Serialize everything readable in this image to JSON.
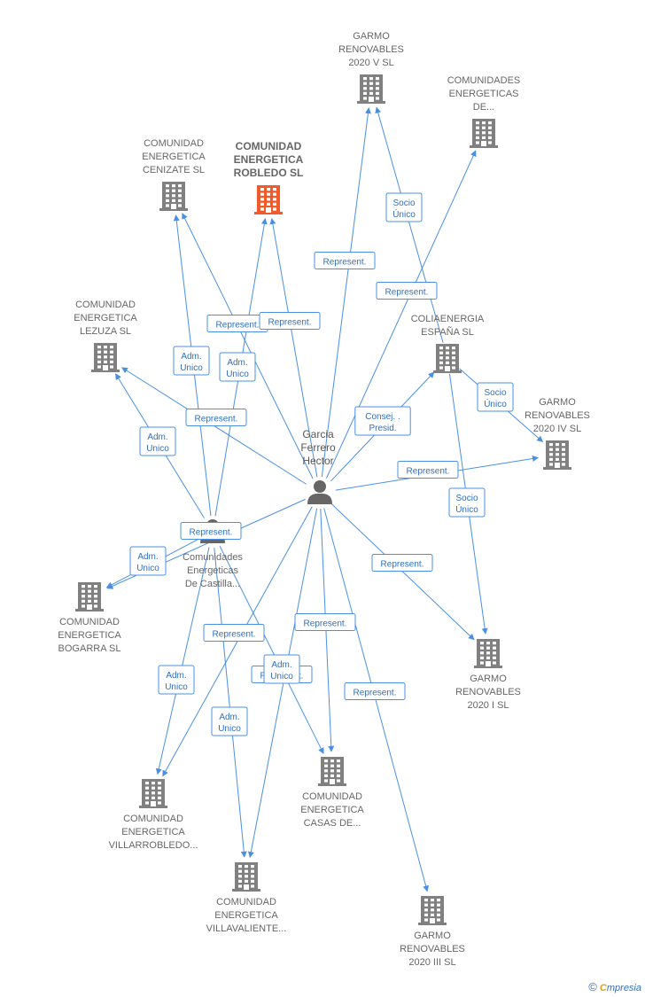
{
  "colors": {
    "edge": "#4a90e2",
    "building": "#808080",
    "building_main": "#f25a2a",
    "person": "#666666",
    "label": "#666666"
  },
  "person": {
    "id": "garcia",
    "name": [
      "Garcia",
      "Ferrero",
      "Hector"
    ],
    "icon": "person-icon"
  },
  "nodes": [
    {
      "id": "garmo5",
      "label": [
        "GARMO",
        "RENOVABLES",
        "2020 V  SL"
      ],
      "icon": "building-icon"
    },
    {
      "id": "comdem",
      "label": [
        "COMUNIDADES",
        "ENERGETICAS",
        "DE..."
      ],
      "icon": "building-icon"
    },
    {
      "id": "cenizate",
      "label": [
        "COMUNIDAD",
        "ENERGETICA",
        "CENIZATE  SL"
      ],
      "icon": "building-icon"
    },
    {
      "id": "robledo",
      "label": [
        "COMUNIDAD",
        "ENERGETICA",
        "ROBLEDO  SL"
      ],
      "icon": "building-icon",
      "main": true
    },
    {
      "id": "lezuza",
      "label": [
        "COMUNIDAD",
        "ENERGETICA",
        "LEZUZA  SL"
      ],
      "icon": "building-icon"
    },
    {
      "id": "coliaenergia",
      "label": [
        "COLIAENERGIA",
        "ESPAÑA  SL"
      ],
      "icon": "building-icon"
    },
    {
      "id": "garmo4",
      "label": [
        "GARMO",
        "RENOVABLES",
        "2020 IV  SL"
      ],
      "icon": "building-icon"
    },
    {
      "id": "castilla",
      "label": [
        "Comunidades",
        "Energeticas",
        "De Castilla..."
      ],
      "icon": "person-icon"
    },
    {
      "id": "bogarra",
      "label": [
        "COMUNIDAD",
        "ENERGETICA",
        "BOGARRA  SL"
      ],
      "icon": "building-icon"
    },
    {
      "id": "garmo1",
      "label": [
        "GARMO",
        "RENOVABLES",
        "2020 I  SL"
      ],
      "icon": "building-icon"
    },
    {
      "id": "villarrobledo",
      "label": [
        "COMUNIDAD",
        "ENERGETICA",
        "VILLARROBLEDO..."
      ],
      "icon": "building-icon"
    },
    {
      "id": "casas",
      "label": [
        "COMUNIDAD",
        "ENERGETICA",
        "CASAS DE..."
      ],
      "icon": "building-icon"
    },
    {
      "id": "villavaliente",
      "label": [
        "COMUNIDAD",
        "ENERGETICA",
        "VILLAVALIENTE..."
      ],
      "icon": "building-icon"
    },
    {
      "id": "garmo3",
      "label": [
        "GARMO",
        "RENOVABLES",
        "2020 III  SL"
      ],
      "icon": "building-icon"
    }
  ],
  "edges": [
    {
      "from": "garcia",
      "to": "garmo5",
      "label": [
        "Represent."
      ]
    },
    {
      "from": "garcia",
      "to": "comdem",
      "label": [
        "Represent."
      ]
    },
    {
      "from": "garcia",
      "to": "cenizate",
      "label": [
        "Represent."
      ]
    },
    {
      "from": "garcia",
      "to": "robledo",
      "label": [
        "Represent."
      ]
    },
    {
      "from": "garcia",
      "to": "lezuza",
      "label": [
        "Represent."
      ]
    },
    {
      "from": "garcia",
      "to": "coliaenergia",
      "label": [
        "Consej. .",
        "Presid."
      ]
    },
    {
      "from": "garcia",
      "to": "garmo4",
      "label": [
        "Represent."
      ]
    },
    {
      "from": "garcia",
      "to": "garmo1",
      "label": [
        "Represent."
      ]
    },
    {
      "from": "garcia",
      "to": "bogarra",
      "label": [
        "Represent."
      ]
    },
    {
      "from": "garcia",
      "to": "villarrobledo",
      "label": [
        "Represent."
      ]
    },
    {
      "from": "garcia",
      "to": "casas",
      "label": [
        "Represent."
      ]
    },
    {
      "from": "garcia",
      "to": "villavaliente",
      "label": [
        "Represent."
      ]
    },
    {
      "from": "garcia",
      "to": "garmo3",
      "label": [
        "Represent."
      ]
    },
    {
      "from": "coliaenergia",
      "to": "garmo5",
      "label": [
        "Socio",
        "Único"
      ]
    },
    {
      "from": "coliaenergia",
      "to": "garmo4",
      "label": [
        "Socio",
        "Único"
      ]
    },
    {
      "from": "coliaenergia",
      "to": "garmo1",
      "label": [
        "Socio",
        "Único"
      ]
    },
    {
      "from": "castilla",
      "to": "cenizate",
      "label": [
        "Adm.",
        "Unico"
      ]
    },
    {
      "from": "castilla",
      "to": "robledo",
      "label": [
        "Adm.",
        "Unico"
      ]
    },
    {
      "from": "castilla",
      "to": "lezuza",
      "label": [
        "Adm.",
        "Unico"
      ]
    },
    {
      "from": "castilla",
      "to": "bogarra",
      "label": [
        "Adm.",
        "Unico"
      ]
    },
    {
      "from": "castilla",
      "to": "villarrobledo",
      "label": [
        "Adm.",
        "Unico"
      ]
    },
    {
      "from": "castilla",
      "to": "villavaliente",
      "label": [
        "Adm.",
        "Unico"
      ]
    },
    {
      "from": "castilla",
      "to": "casas",
      "label": [
        "Adm.",
        "Unico"
      ]
    }
  ],
  "footer": {
    "copyright": "©",
    "brand_first": "C",
    "brand_rest": "mpresia"
  }
}
